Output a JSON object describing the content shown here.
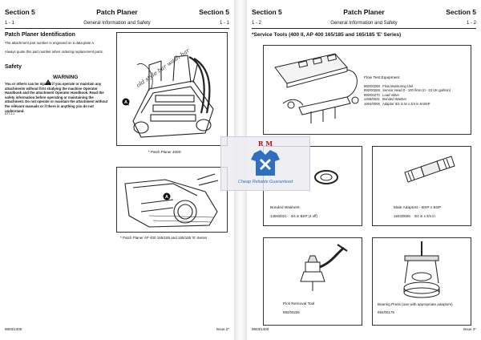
{
  "left": {
    "header": {
      "section": "Section 5",
      "title": "Patch Planer",
      "section_right": "Section 5"
    },
    "subheader": {
      "left": "1 - 1",
      "center": "General Information and Safety",
      "right": "1 - 1"
    },
    "identification_heading": "Patch Planer Identification",
    "identification_text1": "The attachment part number is engraved on a data plate A.",
    "identification_text2": "Always quote this part number when ordering replacement parts.",
    "safety_heading": "Safety",
    "warning_label": "WARNING",
    "warning_text": "You or others can be injured if you operate or maintain any attachments without first studying the machine Operator Handbook and the attachment Operator Handbook. Read the safety information before operating or maintaining the attachment. Do not operate or maintain the attachment without the relevant manuals or if there is anything you do not understand.",
    "warning_ref": "ATT-1-1",
    "fig1_caption": "* Patch Planer 400D",
    "fig1_annotation": "old style bar wash bar",
    "fig2_caption": "* Patch Planer AP 400 165/185 and 165/185 'E' Series",
    "marker": "A",
    "footer_left": "9803/1400",
    "footer_right": "Issue 2*"
  },
  "right": {
    "header": {
      "section": "Section 5",
      "title": "Patch Planer",
      "section_right": "Section 5"
    },
    "subheader": {
      "left": "1 - 2",
      "center": "General Information and Safety",
      "right": "1 - 2"
    },
    "tools_heading": "*Service Tools (400 II, AP 400 165/185 and 165/185 'E' Series)",
    "flow_title": "Flow Test Equipment",
    "flow_items": [
      {
        "code": "892/00268",
        "desc": "Flow Monitoring Unit"
      },
      {
        "code": "892/00269",
        "desc": "Sensor Head 0 - 100 l/min (0 - 22 UK gal/min)"
      },
      {
        "code": "892/00270",
        "desc": "Load Valve"
      },
      {
        "code": "1406/0021",
        "desc": "Bonded Washer"
      },
      {
        "code": "1604/0006",
        "desc": "Adaptor 3/4 in M x 3/4 in M BSP"
      }
    ],
    "washers_title": "Bonded Washers",
    "washers_line": "1406/0021    3/4 in BSP (4 off)",
    "adaptors_title": "Male Adaptors - BSP x BSP",
    "adaptors_line": "1604/0006    3/4 in x 3/4 in",
    "pick_title": "Pick Removal Tool",
    "pick_code": "892/00206",
    "bearing_title": "Bearing Press (use with appropriate adaptors)",
    "bearing_code": "892/00179",
    "footer_left": "9803/1400",
    "footer_right": "Issue 2*"
  },
  "watermark": {
    "logo_text": "R M",
    "tagline": "Cheap Reliable Guaranteed",
    "color": "#2f6fc0"
  }
}
